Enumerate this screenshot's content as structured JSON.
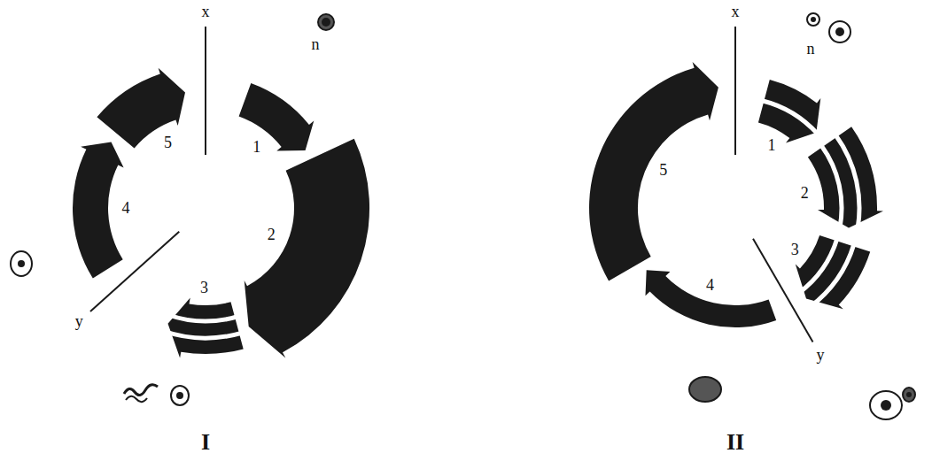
{
  "diagram": {
    "labels": [
      "x",
      "n",
      "1",
      "2",
      "3",
      "4",
      "5",
      "y",
      "I",
      "x",
      "n",
      "1",
      "2",
      "3",
      "4",
      "5",
      "y",
      "II"
    ]
  }
}
